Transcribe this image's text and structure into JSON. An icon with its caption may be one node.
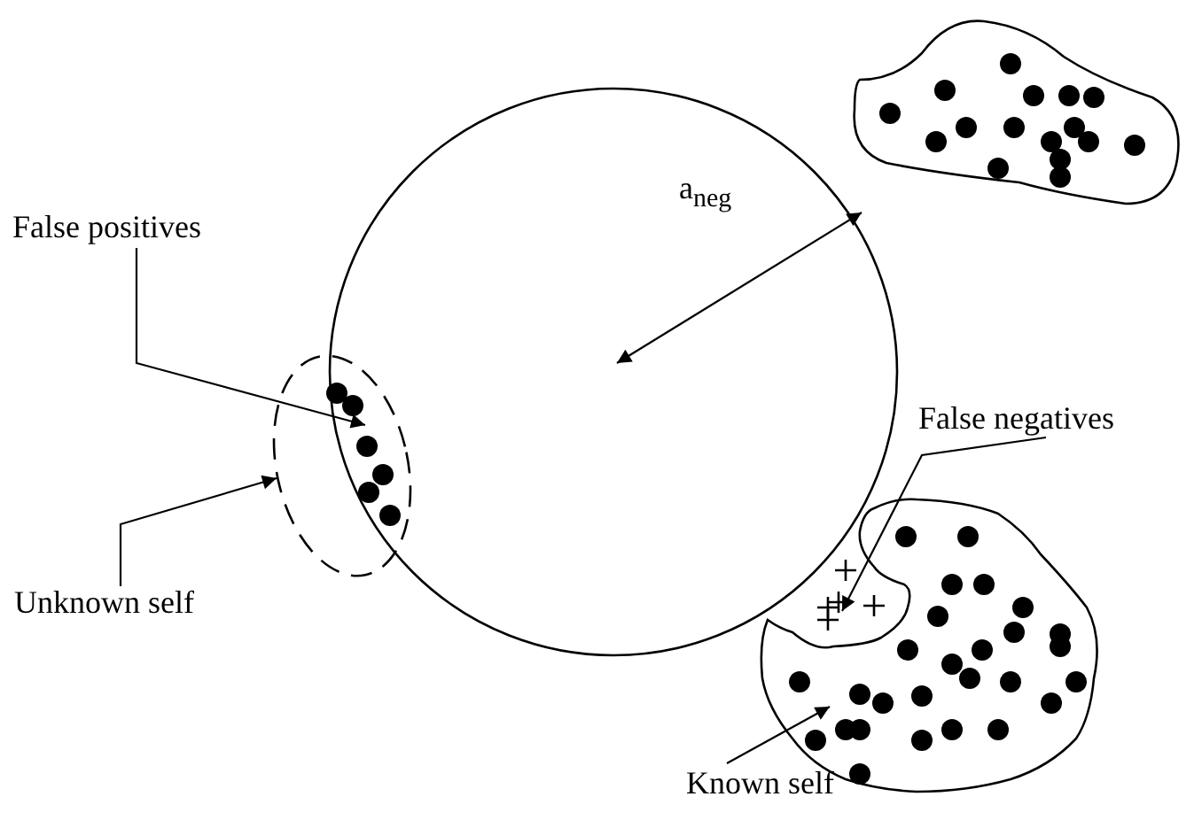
{
  "diagram": {
    "nodes": [
      {
        "text": [
          "False positives"
        ]
      },
      {
        "text": [
          "Unknown self"
        ]
      },
      {
        "text": [
          "False negatives"
        ]
      },
      {
        "text": [
          "Known self"
        ]
      },
      {
        "text": [],
        "shape": "ellipse"
      },
      {
        "text": [],
        "shape": "circle",
        "in": 4
      },
      {
        "text": [],
        "shape": "cross"
      },
      {
        "text": [],
        "shape": "cloud"
      }
    ],
    "edges": [
      {
        "from": 0,
        "to": 5,
        "arrow": "to"
      },
      {
        "from": 1,
        "to": 4,
        "arrow": "to"
      },
      {
        "from": 2,
        "to": 6,
        "arrow": "to"
      },
      {
        "from": 3,
        "to": 7,
        "arrow": "to"
      }
    ],
    "labels": [
      "a$_{neg}$"
    ]
  }
}
